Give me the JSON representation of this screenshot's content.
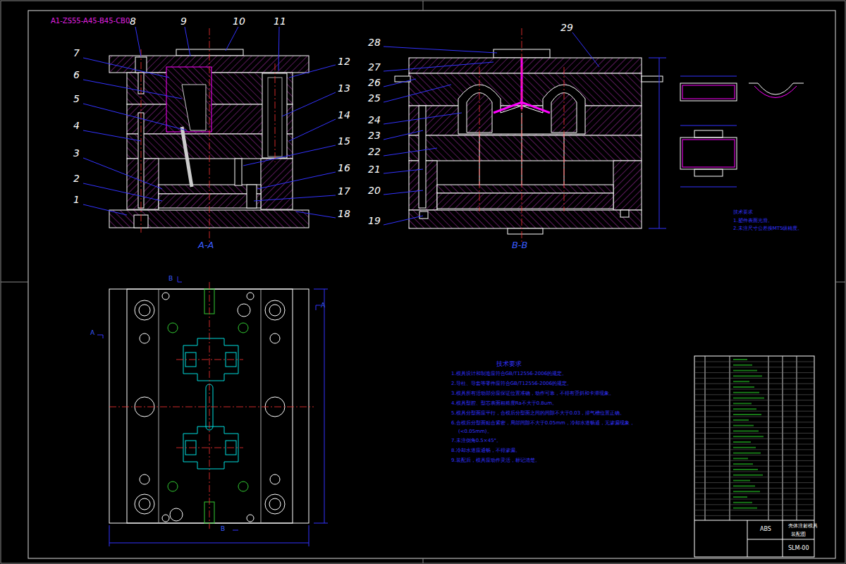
{
  "diagram": {
    "labels": [
      "A1-ZS55-A45-B45-CB0",
      "8",
      "9",
      "10",
      "11",
      "12",
      "13",
      "14",
      "15",
      "16",
      "17",
      "18",
      "7",
      "6",
      "5",
      "4",
      "3",
      "2",
      "1",
      "28",
      "27",
      "26",
      "25",
      "24",
      "23",
      "22",
      "21",
      "20",
      "19",
      "29",
      "A-A",
      "B-B",
      "A",
      "A",
      "B",
      "B",
      "技术要求",
      "1.模具设计和制造应符合GB/T12556-2006的规定。",
      "2.导柱、导套等零件应符合GB/T12556-2006的规定。",
      "3.模具所有活动部分应保证位置准确，动作可靠，不得有歪斜和卡滞现象。",
      "4.模具型腔、型芯表面粗糙度Ra不大于0.8um。",
      "5.模具分型面应平行，合模后分型面之间的间隙不大于0.03，排气槽位置正确。",
      "6.合模后分型面贴合紧密，局部间隙不大于0.05mm，冷却水道畅通，无渗漏现象，",
      "(<0.05mm)。",
      "7.未注倒角0.5×45°。",
      "8.冷却水道应通畅，不得渗漏。",
      "9.装配后，模具应动作灵活，标记清楚。",
      "技术要求",
      "1.塑件表面光滑。",
      "2.未注尺寸公差按MT5级精度。",
      "ABS",
      "壳体注射模具",
      "装配图",
      "SLM-00"
    ]
  }
}
